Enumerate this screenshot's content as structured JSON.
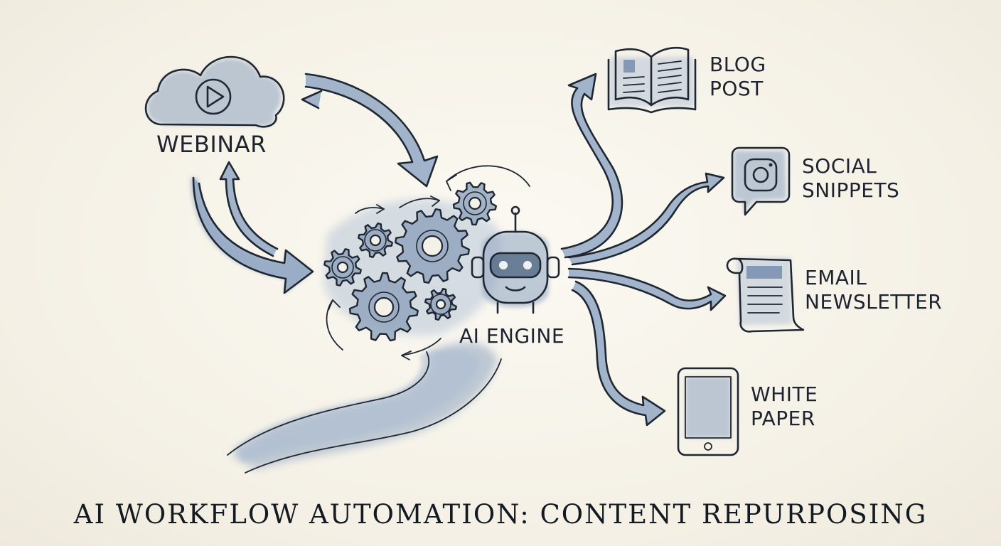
{
  "title": "AI WORKFLOW AUTOMATION: CONTENT REPURPOSING",
  "source": {
    "label": "WEBINAR",
    "icon": "cloud-play-icon"
  },
  "engine": {
    "label": "AI ENGINE",
    "icons": [
      "gears-icon",
      "robot-icon"
    ]
  },
  "outputs": [
    {
      "line1": "BLOG",
      "line2": "POST",
      "icon": "open-book-icon"
    },
    {
      "line1": "SOCIAL",
      "line2": "SNIPPETS",
      "icon": "instagram-chat-icon"
    },
    {
      "line1": "EMAIL",
      "line2": "NEWSLETTER",
      "icon": "scroll-document-icon"
    },
    {
      "line1": "WHITE",
      "line2": "PAPER",
      "icon": "tablet-icon"
    }
  ],
  "colors": {
    "ink": "#1f2732",
    "wash": "#8da3c0",
    "paper": "#f6f3ea"
  }
}
